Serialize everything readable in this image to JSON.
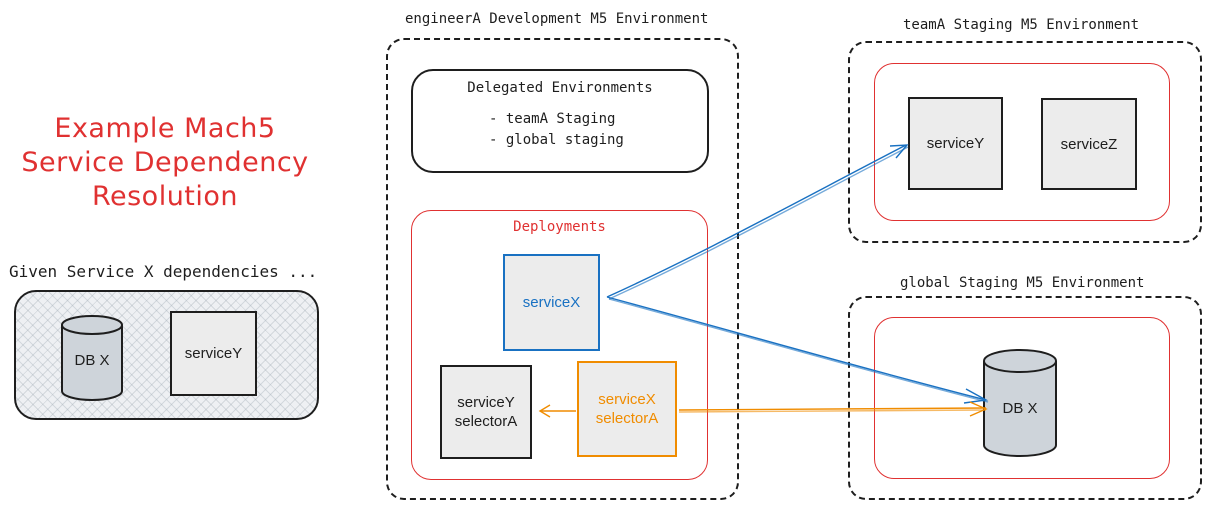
{
  "title": {
    "line1": "Example Mach5",
    "line2": "Service Dependency",
    "line3": "Resolution"
  },
  "given": {
    "label": "Given Service X dependencies ...",
    "db_label": "DB X",
    "service_label": "serviceY"
  },
  "dev_env": {
    "label": "engineerA Development M5 Environment",
    "delegated": {
      "title": "Delegated Environments",
      "items": [
        "- teamA Staging",
        "- global staging"
      ]
    },
    "deployments": {
      "title": "Deployments",
      "service_x": "serviceX",
      "service_y_selector": "serviceY\nselectorA",
      "service_x_selector": "serviceX\nselectorA"
    }
  },
  "team_env": {
    "label": "teamA Staging M5 Environment",
    "service_y": "serviceY",
    "service_z": "serviceZ"
  },
  "global_env": {
    "label": "global Staging M5 Environment",
    "db_label": "DB X"
  },
  "colors": {
    "red": "#e03131",
    "blue": "#1971c2",
    "orange": "#f08c00",
    "box_fill": "#ececec",
    "db_fill": "#ced4da"
  }
}
